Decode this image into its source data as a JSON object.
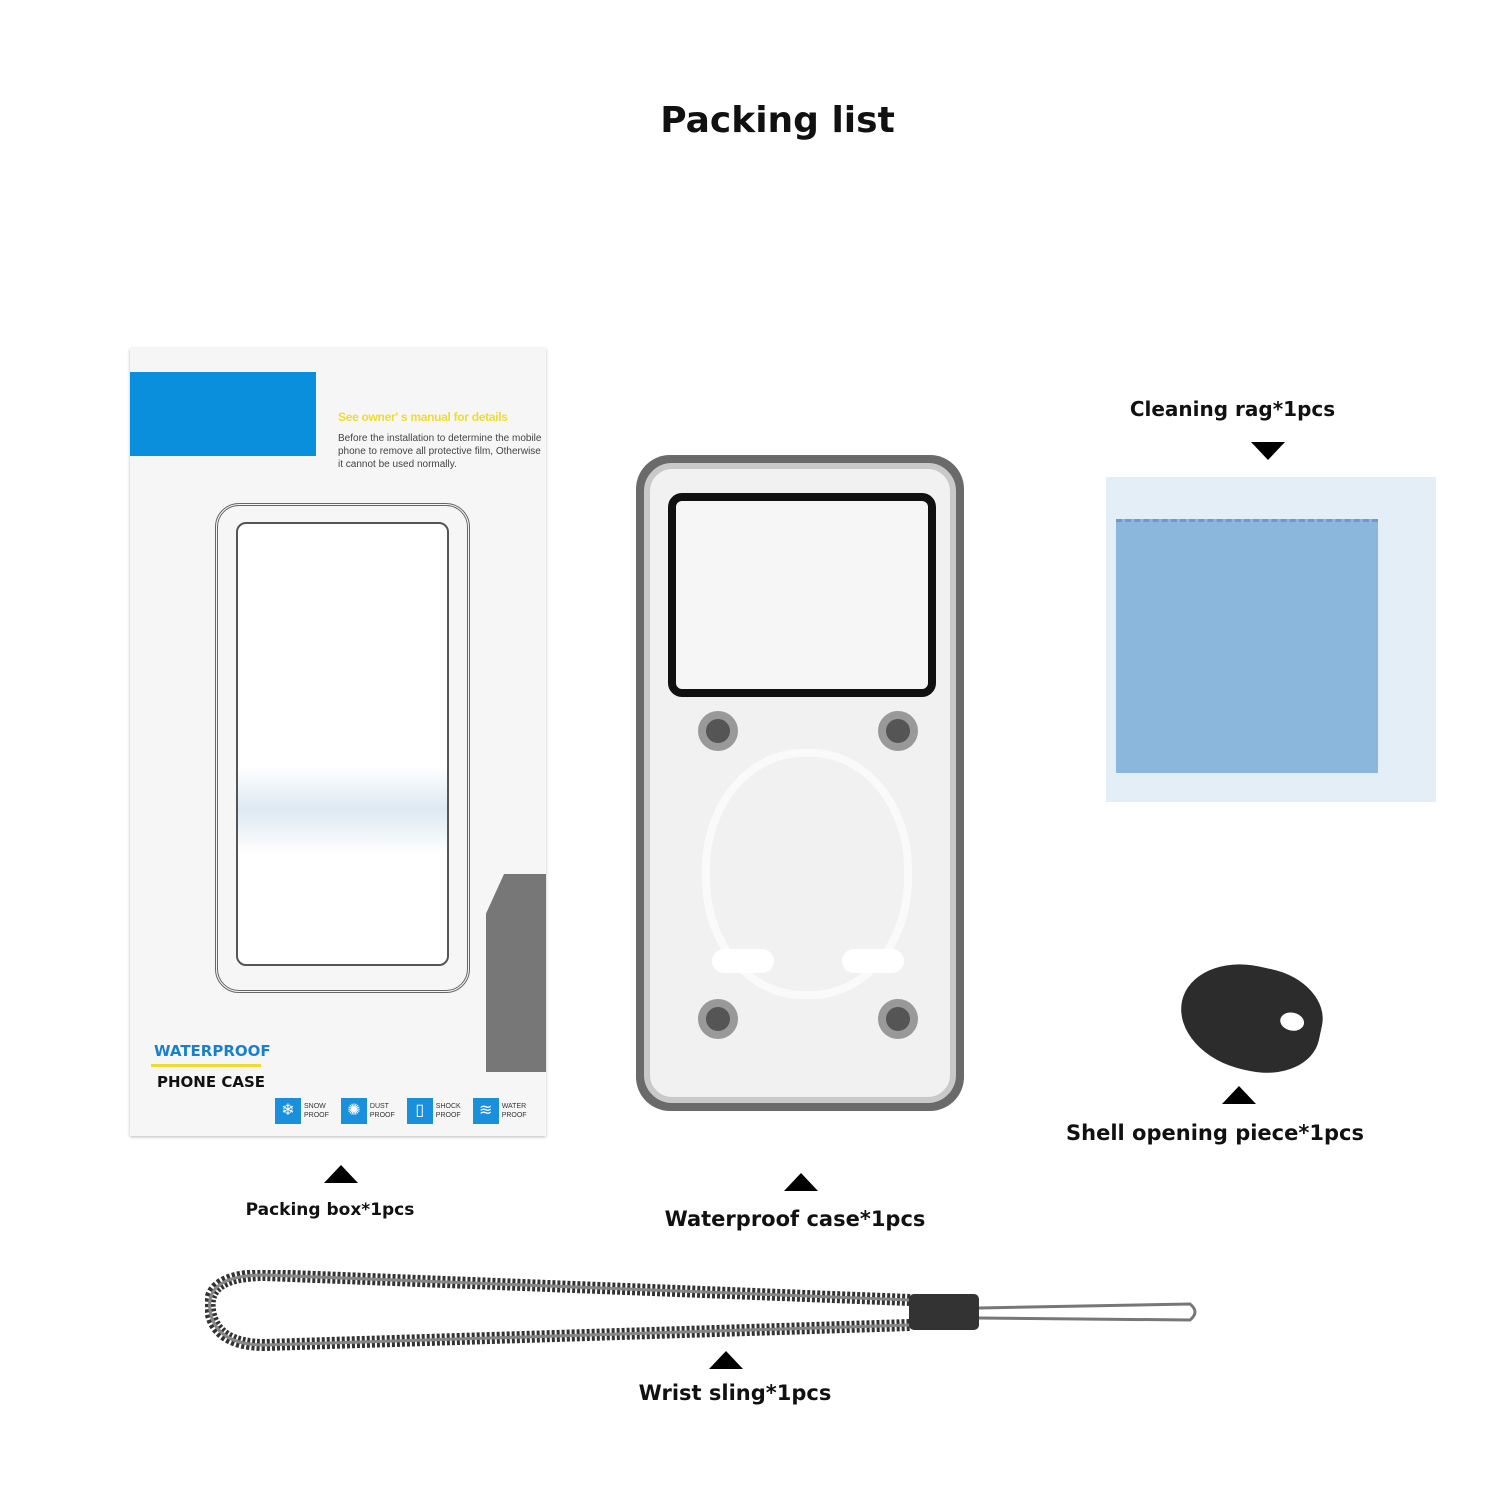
{
  "title": "Packing list",
  "box": {
    "note_heading": "See owner' s manual for details",
    "note_text": "Before the installation to determine the mobile phone to remove all protective film, Otherwise it cannot be used normally.",
    "brand_line1": "WATERPROOF",
    "brand_line2": "PHONE CASE",
    "badges": [
      {
        "l1": "SNOW",
        "l2": "PROOF",
        "icon": "snowflake-icon"
      },
      {
        "l1": "DUST",
        "l2": "PROOF",
        "icon": "dust-icon"
      },
      {
        "l1": "SHOCK",
        "l2": "PROOF",
        "icon": "shock-icon"
      },
      {
        "l1": "WATER",
        "l2": "PROOF",
        "icon": "wave-icon"
      }
    ]
  },
  "labels": {
    "packing_box": "Packing box*1pcs",
    "waterproof_case": "Waterproof case*1pcs",
    "cleaning_rag": "Cleaning rag*1pcs",
    "shell_piece": "Shell opening piece*1pcs",
    "wrist_sling": "Wrist sling*1pcs"
  }
}
